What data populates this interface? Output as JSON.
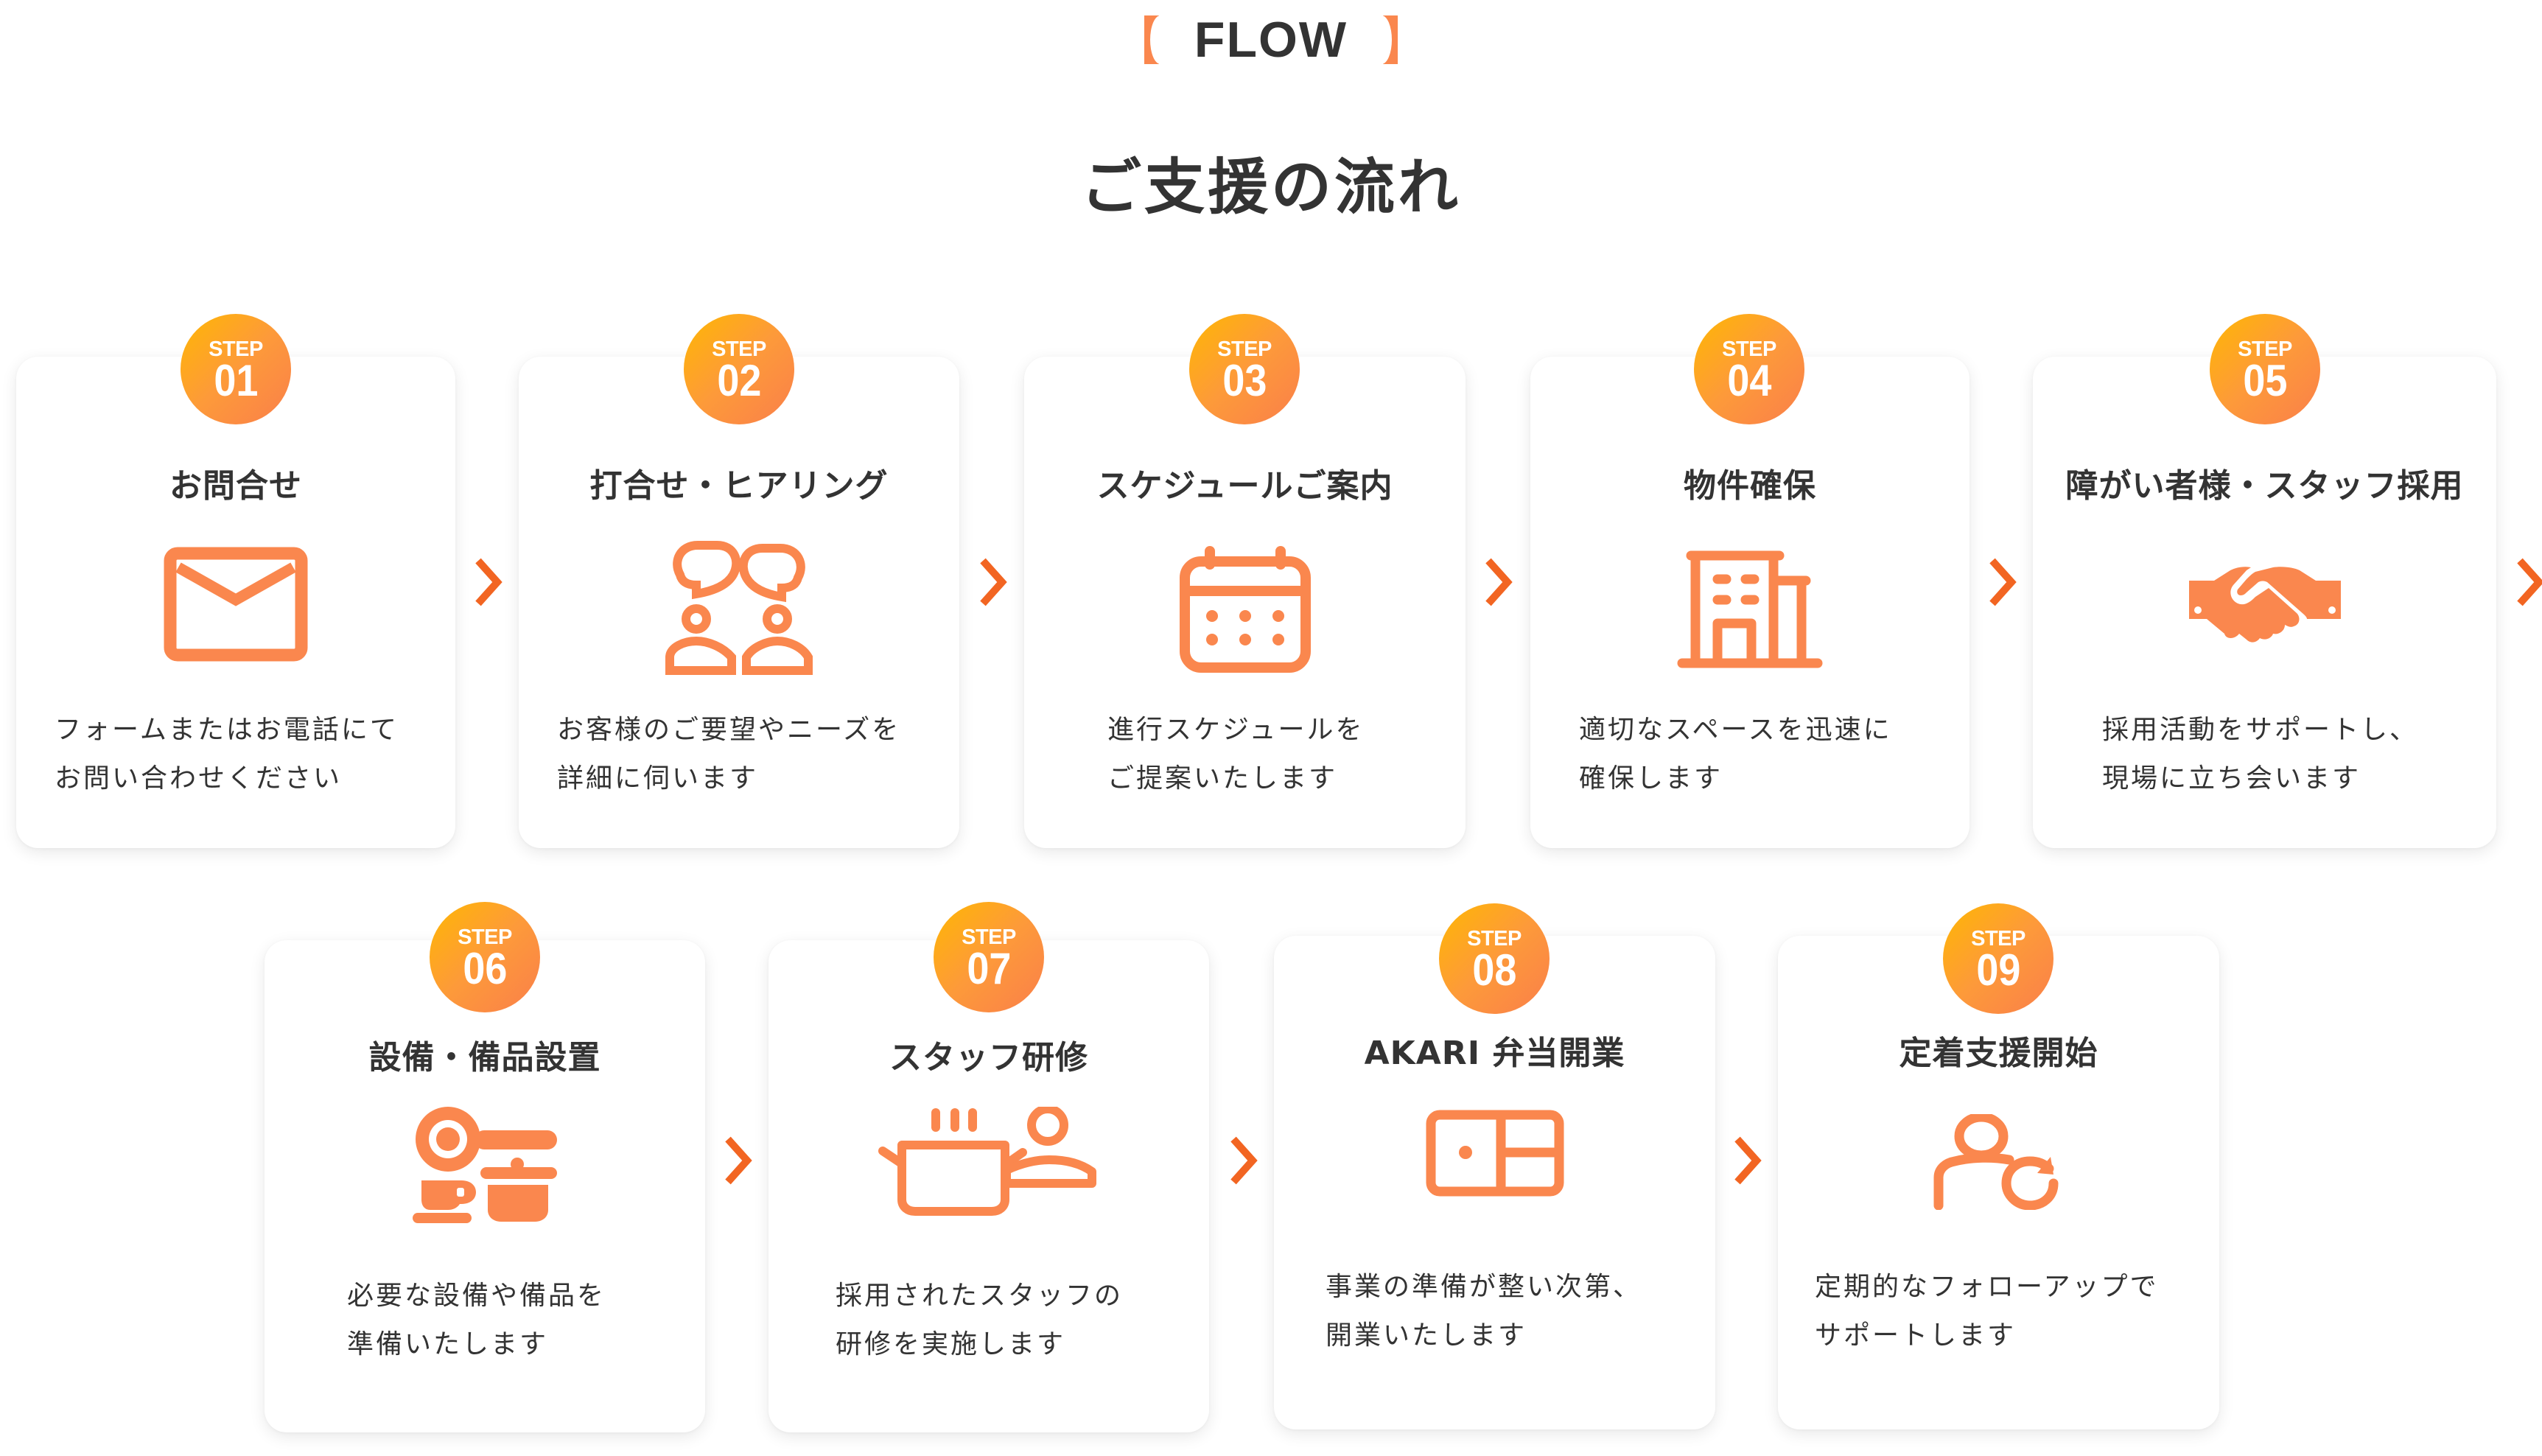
{
  "header": {
    "eyebrow": "FLOW",
    "bracket_color": "#FA874E",
    "title": "ご支援の流れ"
  },
  "colors": {
    "accent_icon": "#FA874E",
    "arrow": "#F26522",
    "badge_gradient_start": "#FFB703",
    "badge_gradient_end": "#FA7F4A",
    "text": "#333333"
  },
  "steps": [
    {
      "step_label": "STEP",
      "number": "01",
      "title": "お問合せ",
      "icon": "envelope-icon",
      "desc_line1": "フォームまたはお電話にて",
      "desc_line2": "お問い合わせください"
    },
    {
      "step_label": "STEP",
      "number": "02",
      "title": "打合せ・ヒアリング",
      "icon": "people-talking-icon",
      "desc_line1": "お客様のご要望やニーズを",
      "desc_line2": "詳細に伺います"
    },
    {
      "step_label": "STEP",
      "number": "03",
      "title": "スケジュールご案内",
      "icon": "calendar-icon",
      "desc_line1": "進行スケジュールを",
      "desc_line2": "ご提案いたします"
    },
    {
      "step_label": "STEP",
      "number": "04",
      "title": "物件確保",
      "icon": "building-icon",
      "desc_line1": "適切なスペースを迅速に",
      "desc_line2": "確保します"
    },
    {
      "step_label": "STEP",
      "number": "05",
      "title": "障がい者様・スタッフ採用",
      "icon": "handshake-icon",
      "desc_line1": "採用活動をサポートし、",
      "desc_line2": "現場に立ち会います"
    },
    {
      "step_label": "STEP",
      "number": "06",
      "title": "設備・備品設置",
      "icon": "kitchenware-icon",
      "desc_line1": "必要な設備や備品を",
      "desc_line2": "準備いたします"
    },
    {
      "step_label": "STEP",
      "number": "07",
      "title": "スタッフ研修",
      "icon": "cooking-pot-chef-icon",
      "desc_line1": "採用されたスタッフの",
      "desc_line2": "研修を実施します"
    },
    {
      "step_label": "STEP",
      "number": "08",
      "title": "AKARI 弁当開業",
      "icon": "bento-box-icon",
      "desc_line1": "事業の準備が整い次第、",
      "desc_line2": "開業いたします"
    },
    {
      "step_label": "STEP",
      "number": "09",
      "title": "定着支援開始",
      "icon": "user-refresh-icon",
      "desc_line1": "定期的なフォローアップで",
      "desc_line2": "サポートします"
    }
  ]
}
